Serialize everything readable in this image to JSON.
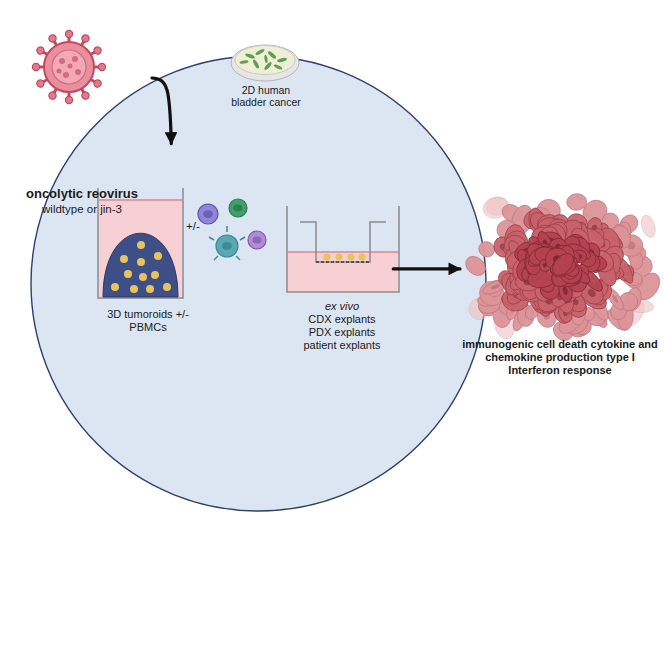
{
  "diagram": {
    "nodes": [
      {
        "text": [
          "oncolytic reovirus",
          "wildtype or jin-3"
        ]
      },
      {
        "text": []
      },
      {
        "text": [
          "2D human bladder cancer"
        ],
        "in": 1
      },
      {
        "text": [
          "3D tumoroids +/- PBMCs"
        ],
        "in": 1
      },
      {
        "text": [
          "ex vivo",
          "CDX explants PDX explants patient explants"
        ],
        "in": 1
      },
      {
        "text": [
          "immunogenic cell death cytokine and chemokine production type I Interferon response"
        ]
      }
    ],
    "edges": [
      {
        "from": 0,
        "to": 1,
        "arrow": "to"
      },
      {
        "from": 1,
        "to": 5,
        "arrow": "to"
      }
    ],
    "labels": [
      "+/-"
    ]
  }
}
